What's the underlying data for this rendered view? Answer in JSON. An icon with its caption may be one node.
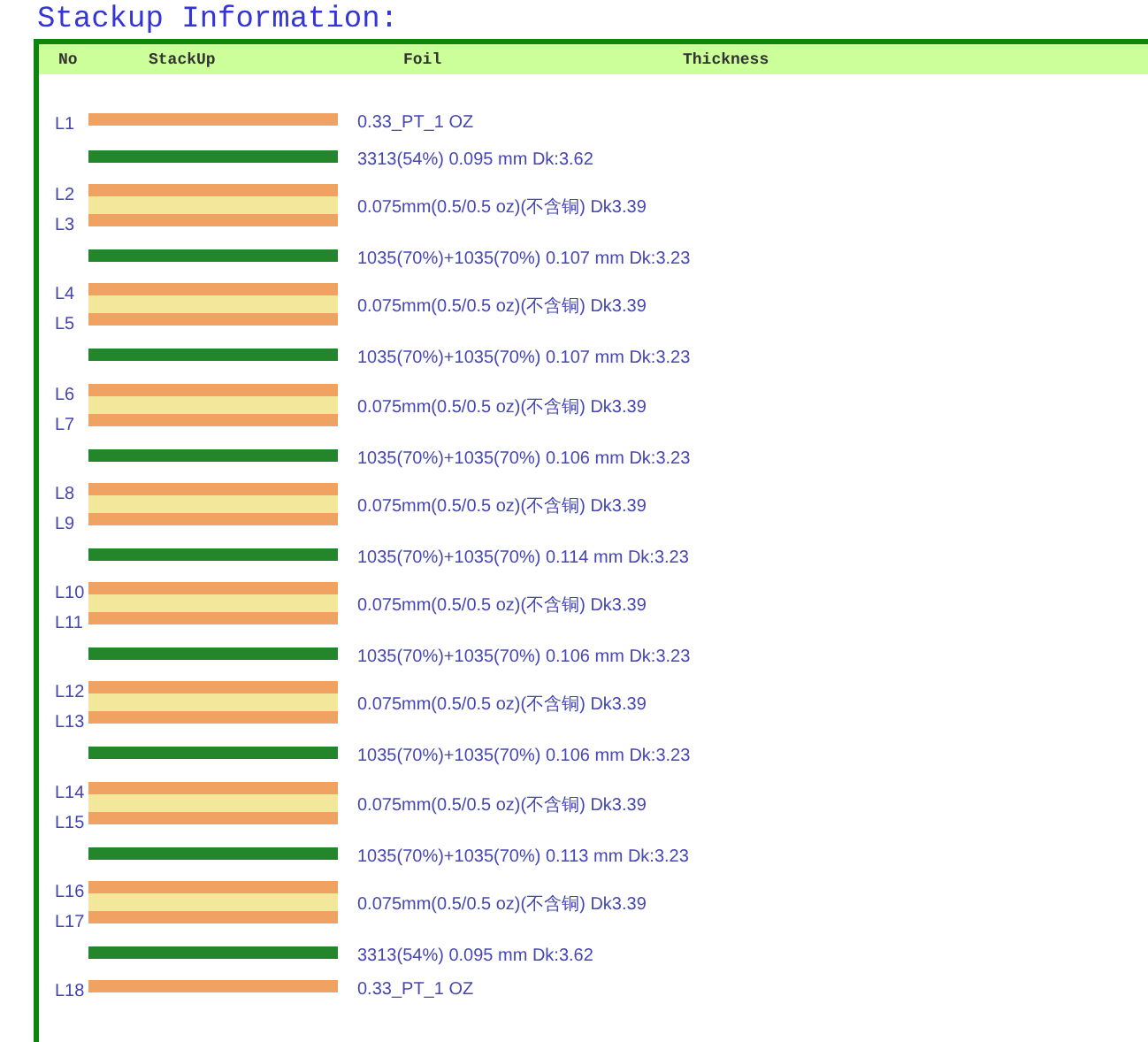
{
  "diagram": {
    "title": "Stackup Information:",
    "nodes": [
      {
        "text": [],
        "shape": "bar",
        "beside": [
          "L1",
          "0.33_PT_1 OZ"
        ]
      },
      {
        "text": [],
        "shape": "bar",
        "beside": [
          "3313(54%) 0.095 mm Dk:3.62"
        ]
      },
      {
        "text": [],
        "shape": "bar",
        "beside": [
          "L2"
        ]
      },
      {
        "text": [],
        "shape": "bar",
        "beside": [
          "0.075mm(0.5/0.5 oz)(不含铜) Dk3.39"
        ]
      },
      {
        "text": [],
        "shape": "bar",
        "beside": [
          "L3"
        ]
      },
      {
        "text": [],
        "shape": "bar",
        "beside": [
          "1035(70%)+1035(70%) 0.107 mm Dk:3.23"
        ]
      },
      {
        "text": [],
        "shape": "bar",
        "beside": [
          "L4"
        ]
      },
      {
        "text": [],
        "shape": "bar",
        "beside": [
          "0.075mm(0.5/0.5 oz)(不含铜) Dk3.39"
        ]
      },
      {
        "text": [],
        "shape": "bar",
        "beside": [
          "L5"
        ]
      },
      {
        "text": [],
        "shape": "bar",
        "beside": [
          "1035(70%)+1035(70%) 0.107 mm Dk:3.23"
        ]
      },
      {
        "text": [],
        "shape": "bar",
        "beside": [
          "L6"
        ]
      },
      {
        "text": [],
        "shape": "bar",
        "beside": [
          "0.075mm(0.5/0.5 oz)(不含铜) Dk3.39"
        ]
      },
      {
        "text": [],
        "shape": "bar",
        "beside": [
          "L7"
        ]
      },
      {
        "text": [],
        "shape": "bar",
        "beside": [
          "1035(70%)+1035(70%) 0.106 mm Dk:3.23"
        ]
      },
      {
        "text": [],
        "shape": "bar",
        "beside": [
          "L8"
        ]
      },
      {
        "text": [],
        "shape": "bar",
        "beside": [
          "0.075mm(0.5/0.5 oz)(不含铜) Dk3.39"
        ]
      },
      {
        "text": [],
        "shape": "bar",
        "beside": [
          "L9"
        ]
      },
      {
        "text": [],
        "shape": "bar",
        "beside": [
          "1035(70%)+1035(70%) 0.114 mm Dk:3.23"
        ]
      },
      {
        "text": [],
        "shape": "bar",
        "beside": [
          "L10"
        ]
      },
      {
        "text": [],
        "shape": "bar",
        "beside": [
          "0.075mm(0.5/0.5 oz)(不含铜) Dk3.39"
        ]
      },
      {
        "text": [],
        "shape": "bar",
        "beside": [
          "L11"
        ]
      },
      {
        "text": [],
        "shape": "bar",
        "beside": [
          "1035(70%)+1035(70%) 0.106 mm Dk:3.23"
        ]
      },
      {
        "text": [],
        "shape": "bar",
        "beside": [
          "L12"
        ]
      },
      {
        "text": [],
        "shape": "bar",
        "beside": [
          "0.075mm(0.5/0.5 oz)(不含铜) Dk3.39"
        ]
      },
      {
        "text": [],
        "shape": "bar",
        "beside": [
          "L13"
        ]
      },
      {
        "text": [],
        "shape": "bar",
        "beside": [
          "1035(70%)+1035(70%) 0.106 mm Dk:3.23"
        ]
      },
      {
        "text": [],
        "shape": "bar",
        "beside": [
          "L14"
        ]
      },
      {
        "text": [],
        "shape": "bar",
        "beside": [
          "0.075mm(0.5/0.5 oz)(不含铜) Dk3.39"
        ]
      },
      {
        "text": [],
        "shape": "bar",
        "beside": [
          "L15"
        ]
      },
      {
        "text": [],
        "shape": "bar",
        "beside": [
          "1035(70%)+1035(70%) 0.113 mm Dk:3.23"
        ]
      },
      {
        "text": [],
        "shape": "bar",
        "beside": [
          "L16"
        ]
      },
      {
        "text": [],
        "shape": "bar",
        "beside": [
          "0.075mm(0.5/0.5 oz)(不含铜) Dk3.39"
        ]
      },
      {
        "text": [],
        "shape": "bar",
        "beside": [
          "L17"
        ]
      },
      {
        "text": [],
        "shape": "bar",
        "beside": [
          "3313(54%) 0.095 mm Dk:3.62"
        ]
      },
      {
        "text": [],
        "shape": "bar",
        "beside": [
          "L18",
          "0.33_PT_1 OZ"
        ]
      }
    ],
    "labels": [
      "No",
      "StackUp",
      "Foil",
      "Thickness"
    ]
  }
}
